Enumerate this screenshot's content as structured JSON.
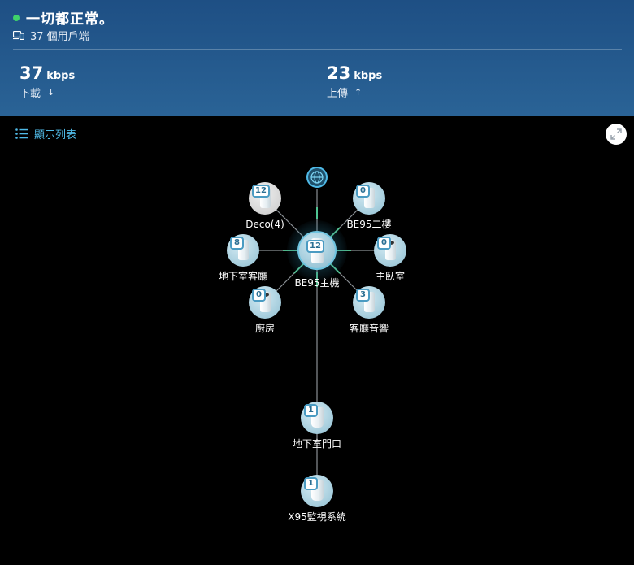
{
  "header": {
    "status_text": "一切都正常。",
    "clients_text": "37 個用戶端",
    "download": {
      "value": "37",
      "unit": "kbps",
      "label": "下載",
      "arrow": "↓"
    },
    "upload": {
      "value": "23",
      "unit": "kbps",
      "label": "上傳",
      "arrow": "↑"
    }
  },
  "toolbar": {
    "list_label": "顯示列表"
  },
  "topology": {
    "main": {
      "label": "BE95主機",
      "count": "12"
    },
    "satellites": [
      {
        "label": "Deco(4)",
        "count": "12"
      },
      {
        "label": "BE95二樓",
        "count": "0"
      },
      {
        "label": "地下室客廳",
        "count": "8"
      },
      {
        "label": "主臥室",
        "count": "0"
      },
      {
        "label": "廚房",
        "count": "0"
      },
      {
        "label": "客廳音響",
        "count": "3"
      },
      {
        "label": "地下室門口",
        "count": "1"
      },
      {
        "label": "X95監視系統",
        "count": "1"
      }
    ]
  },
  "colors": {
    "status_ok": "#3fd36a",
    "accent": "#4fb9e6",
    "header_bg": "#24598c"
  }
}
